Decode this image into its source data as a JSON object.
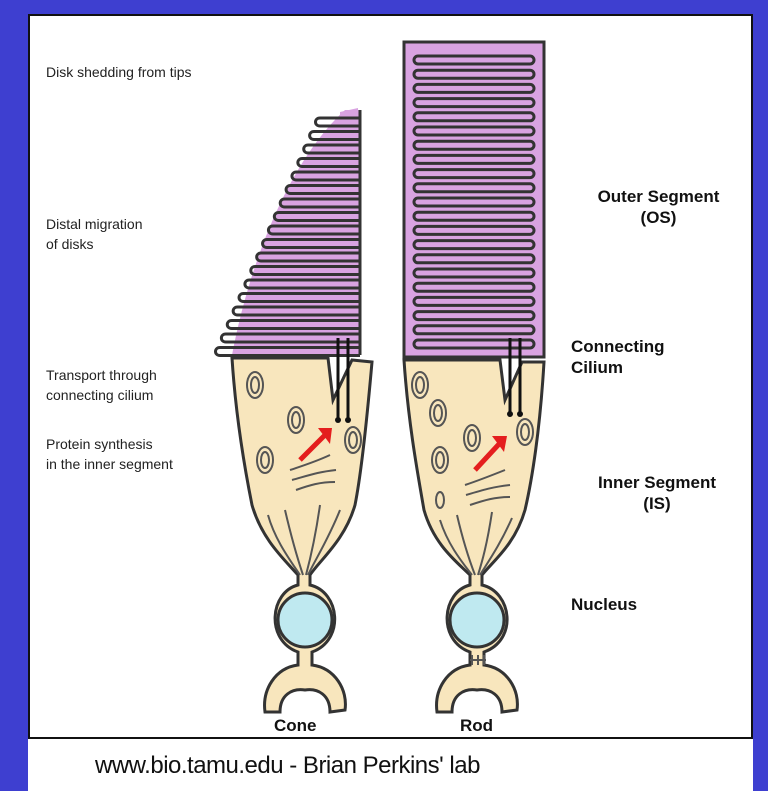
{
  "left_labels": [
    {
      "id": "disk-shedding",
      "text": "Disk shedding from tips"
    },
    {
      "id": "distal-migration",
      "text": "Distal migration\nof disks"
    },
    {
      "id": "transport",
      "text": "Transport through\nconnecting cilium"
    },
    {
      "id": "protein-synthesis",
      "text": "Protein synthesis\nin the inner segment"
    }
  ],
  "right_labels": {
    "outer_segment": "Outer Segment\n(OS)",
    "connecting_cilium": "Connecting\nCilium",
    "inner_segment": "Inner Segment\n(IS)",
    "nucleus": "Nucleus"
  },
  "cell_labels": {
    "cone": "Cone",
    "rod": "Rod"
  },
  "credit": "www.bio.tamu.edu - Brian Perkins' lab",
  "colors": {
    "background": "#3e3fd0",
    "outer_segment": "#d9a3e1",
    "inner_segment": "#f8e6bd",
    "nucleus": "#bfe9f0",
    "arrow": "#e41e1e"
  }
}
